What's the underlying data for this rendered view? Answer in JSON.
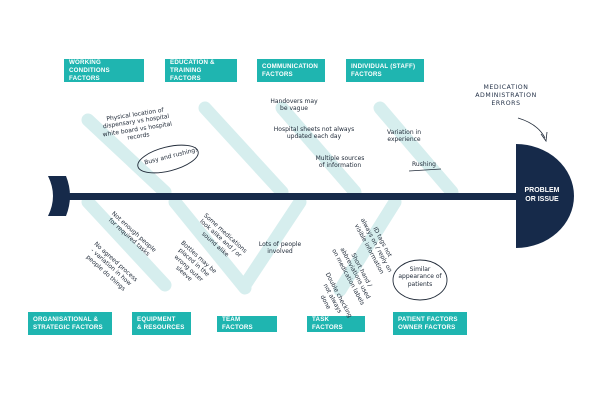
{
  "colors": {
    "navy": "#162a4a",
    "teal": "#1fb5b0",
    "bone_highlight": "#d6eeee",
    "note_text": "#222c3a"
  },
  "head": {
    "label": "PROBLEM\nOR ISSUE"
  },
  "side_label": "MEDICATION\nADMINISTRATION\nERRORS",
  "categories": {
    "working_conditions": "WORKING CONDITIONS\nFACTORS",
    "education_training": "EDUCATION &\nTRAINING FACTORS",
    "communication": "COMMUNICATION\nFACTORS",
    "individual_staff": "INDIVIDUAL (STAFF)\nFACTORS",
    "organisational_strategic": "ORGANISATIONAL &\nSTRATEGIC FACTORS",
    "equipment_resources": "EQUIPMENT\n& RESOURCES",
    "team": "TEAM FACTORS",
    "task": "TASK FACTORS",
    "patient_owner": "PATIENT FACTORS\nOWNER FACTORS"
  },
  "notes": {
    "physical_location": "Physical location of\ndispensary vs hospital\nwhite board vs hospital\nrecords",
    "busy_rushing": "Busy and rushing!",
    "handovers_vague": "Handovers may\nbe vague",
    "hospital_sheets": "Hospital sheets not always\nupdated each day",
    "multiple_sources": "Multiple sources\nof information",
    "variation_experience": "Variation in\nexperience",
    "rushing": "Rushing",
    "not_enough_people": "Not enough people\nfor required tasks",
    "no_agreed_process": "No agreed process\n- variation in how\npeople do things",
    "medications_look_alike": "Some medications\nlook alike and / or\nsound alike",
    "bottles_wrong_place": "Bottles may be\nplaced in the\nwrong outer\nsleeve",
    "lots_of_people": "Lots of people\ninvolved",
    "id_tags": "ID tags not\nalways on / reply on\nvisible information",
    "short_hand": "Short hand /\nabbreviations used\non medication labels",
    "double_checking": "Double checking\nnot always\ndone",
    "similar_appearance": "Similar\nappearance of\npatients"
  }
}
